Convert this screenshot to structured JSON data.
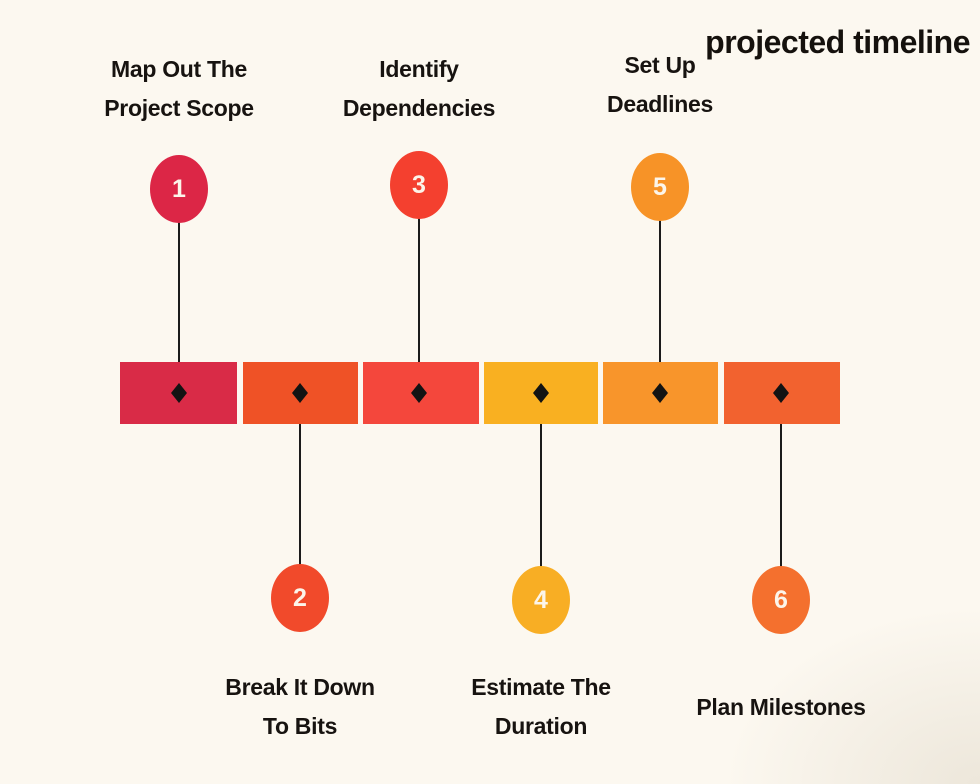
{
  "title": "projected timeline",
  "colors": {
    "background": "#FCF8F0",
    "text": "#171310",
    "connector_line": "#1B1B1B",
    "diamond": "#131313",
    "number_text": "#FCF5EA"
  },
  "steps": [
    {
      "number": "1",
      "label": "Map Out The\nProject Scope",
      "position": "top",
      "circle_color": "#DC2646",
      "bar_color": "#D92B47"
    },
    {
      "number": "2",
      "label": "Break It Down\nTo Bits",
      "position": "bottom",
      "circle_color": "#F14A2B",
      "bar_color": "#EF5226"
    },
    {
      "number": "3",
      "label": "Identify\nDependencies",
      "position": "top",
      "circle_color": "#F4402F",
      "bar_color": "#F4473C"
    },
    {
      "number": "4",
      "label": "Estimate The\nDuration",
      "position": "bottom",
      "circle_color": "#F8AE24",
      "bar_color": "#F9B021"
    },
    {
      "number": "5",
      "label": "Set Up\nDeadlines",
      "position": "top",
      "circle_color": "#F79327",
      "bar_color": "#F8952B"
    },
    {
      "number": "6",
      "label": "Plan Milestones",
      "position": "bottom",
      "circle_color": "#F4702E",
      "bar_color": "#F2622F"
    }
  ]
}
